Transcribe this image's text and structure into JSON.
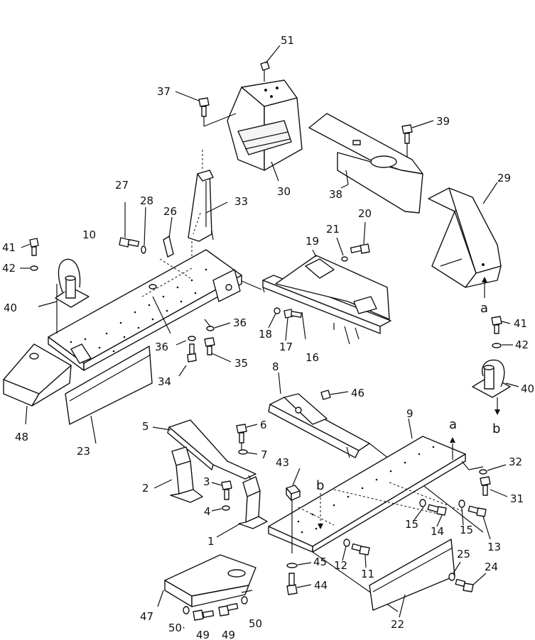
{
  "diagram": {
    "labels": [
      {
        "id": "c1",
        "text": "1"
      },
      {
        "id": "c2",
        "text": "2"
      },
      {
        "id": "c3",
        "text": "3"
      },
      {
        "id": "c4",
        "text": "4"
      },
      {
        "id": "c5",
        "text": "5"
      },
      {
        "id": "c6",
        "text": "6"
      },
      {
        "id": "c7",
        "text": "7"
      },
      {
        "id": "c8",
        "text": "8"
      },
      {
        "id": "c9",
        "text": "9"
      },
      {
        "id": "c10",
        "text": "10"
      },
      {
        "id": "c11",
        "text": "11"
      },
      {
        "id": "c12",
        "text": "12"
      },
      {
        "id": "c13",
        "text": "13"
      },
      {
        "id": "c14",
        "text": "14"
      },
      {
        "id": "c15a",
        "text": "15"
      },
      {
        "id": "c15b",
        "text": "15"
      },
      {
        "id": "c16",
        "text": "16"
      },
      {
        "id": "c17",
        "text": "17"
      },
      {
        "id": "c18",
        "text": "18"
      },
      {
        "id": "c19",
        "text": "19"
      },
      {
        "id": "c20",
        "text": "20"
      },
      {
        "id": "c21",
        "text": "21"
      },
      {
        "id": "c22",
        "text": "22"
      },
      {
        "id": "c23",
        "text": "23"
      },
      {
        "id": "c24",
        "text": "24"
      },
      {
        "id": "c25",
        "text": "25"
      },
      {
        "id": "c26",
        "text": "26"
      },
      {
        "id": "c27",
        "text": "27"
      },
      {
        "id": "c28",
        "text": "28"
      },
      {
        "id": "c29",
        "text": "29"
      },
      {
        "id": "c30",
        "text": "30"
      },
      {
        "id": "c31",
        "text": "31"
      },
      {
        "id": "c32",
        "text": "32"
      },
      {
        "id": "c33",
        "text": "33"
      },
      {
        "id": "c34",
        "text": "34"
      },
      {
        "id": "c35",
        "text": "35"
      },
      {
        "id": "c36a",
        "text": "36"
      },
      {
        "id": "c36b",
        "text": "36"
      },
      {
        "id": "c37",
        "text": "37"
      },
      {
        "id": "c38",
        "text": "38"
      },
      {
        "id": "c39",
        "text": "39"
      },
      {
        "id": "c40a",
        "text": "40"
      },
      {
        "id": "c40b",
        "text": "40"
      },
      {
        "id": "c41a",
        "text": "41"
      },
      {
        "id": "c41b",
        "text": "41"
      },
      {
        "id": "c42a",
        "text": "42"
      },
      {
        "id": "c42b",
        "text": "42"
      },
      {
        "id": "c43",
        "text": "43"
      },
      {
        "id": "c44",
        "text": "44"
      },
      {
        "id": "c45",
        "text": "45"
      },
      {
        "id": "c46",
        "text": "46"
      },
      {
        "id": "c47",
        "text": "47"
      },
      {
        "id": "c48",
        "text": "48"
      },
      {
        "id": "c49a",
        "text": "49"
      },
      {
        "id": "c49b",
        "text": "49"
      },
      {
        "id": "c50a",
        "text": "50·"
      },
      {
        "id": "c50b",
        "text": "50"
      },
      {
        "id": "c51",
        "text": "51"
      }
    ],
    "refs": [
      {
        "id": "ra1",
        "text": "a"
      },
      {
        "id": "ra2",
        "text": "a"
      },
      {
        "id": "rb1",
        "text": "b"
      },
      {
        "id": "rb2",
        "text": "b"
      }
    ]
  }
}
